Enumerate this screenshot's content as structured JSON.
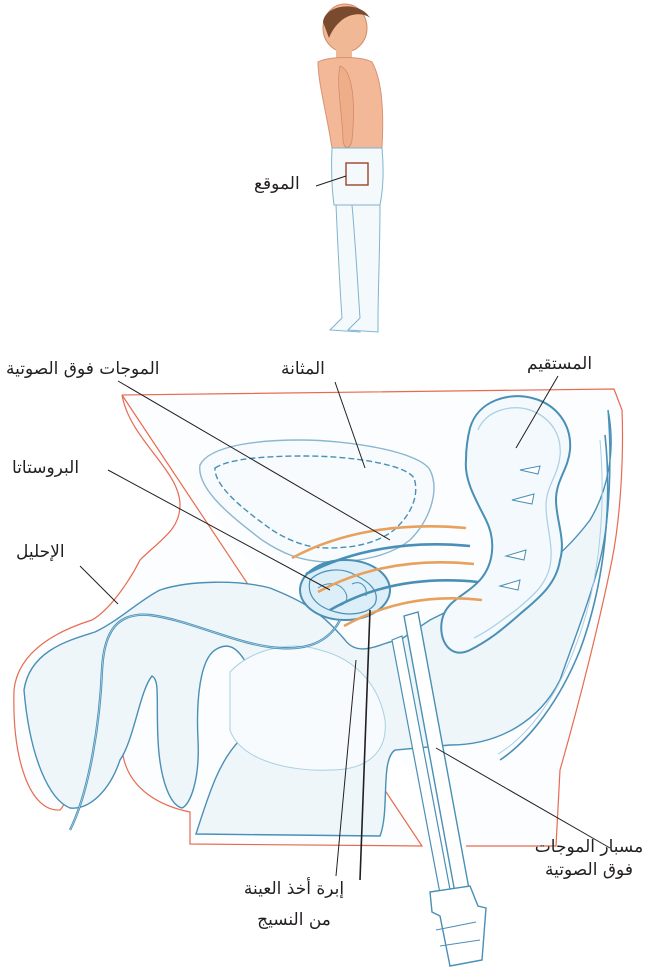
{
  "labels": {
    "site": "الموقع",
    "ultrasound_waves": "الموجات فوق الصوتية",
    "bladder": "المثانة",
    "rectum": "المستقيم",
    "prostate": "البروستاتا",
    "urethra": "الإحليل",
    "ultrasound_probe_line1": "مسبار الموجات",
    "ultrasound_probe_line2": "فوق الصوتية",
    "biopsy_needle_line1": "إبرة أخذ العينة",
    "biopsy_needle_line2": "من النسيج"
  },
  "colors": {
    "outline_blue": "#4a8fb5",
    "pale_blue": "#a9cfe3",
    "skin": "#f2c4a4",
    "skin_outline": "#e86a50",
    "wave_orange": "#e8a15c",
    "leader": "#231f20",
    "body_fill": "#eaf4f9"
  }
}
